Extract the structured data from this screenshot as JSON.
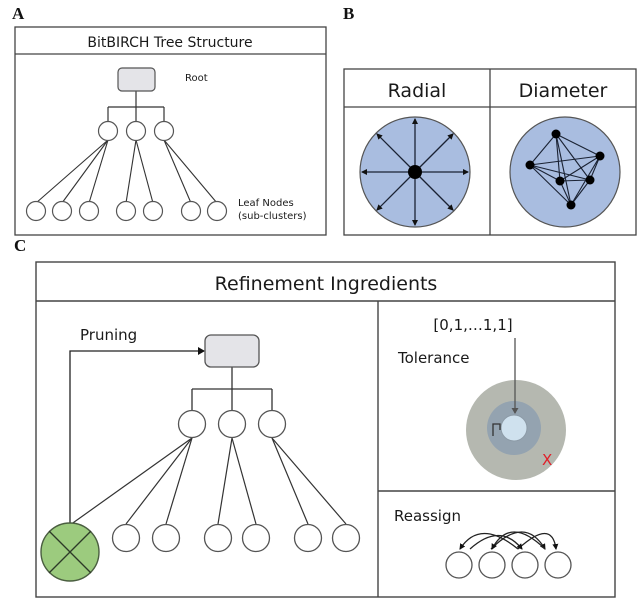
{
  "panels": {
    "a": {
      "label": "A",
      "title": "BitBIRCH Tree Structure",
      "root_label": "Root",
      "leaf_label_line1": "Leaf Nodes",
      "leaf_label_line2": "(sub-clusters)"
    },
    "b": {
      "label": "B",
      "col1_title": "Radial",
      "col2_title": "Diameter"
    },
    "c": {
      "label": "C",
      "title": "Refinement Ingredients",
      "pruning_label": "Pruning",
      "tolerance_label": "Tolerance",
      "bit_vector": "[0,1,…1,1]",
      "reject_mark": "X",
      "reassign_label": "Reassign"
    }
  },
  "colors": {
    "node_fill": "#ffffff",
    "root_fill": "#e4e4e8",
    "cluster_blue": "#a9bde0",
    "pruned_green": "#9ccb7e",
    "tolerance_outer": "#b5b8b0",
    "tolerance_mid": "#94a3b0",
    "tolerance_inner": "#cfe1ee",
    "reject_red": "#e0202a",
    "stroke": "#333333"
  }
}
